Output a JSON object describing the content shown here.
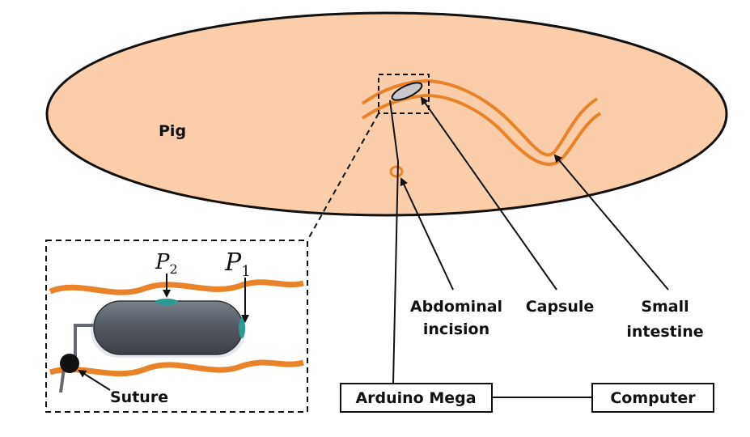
{
  "labels": {
    "pig": "Pig",
    "abdominal_1": "Abdominal",
    "abdominal_2": "incision",
    "capsule": "Capsule",
    "small_intestine_1": "Small",
    "small_intestine_2": "intestine",
    "suture": "Suture",
    "p2_base": "P",
    "p2_sub": "2",
    "p1_base": "P",
    "p1_sub": "1"
  },
  "boxes": {
    "arduino": "Arduino Mega",
    "computer": "Computer"
  },
  "colors": {
    "body_fill": "#fbcda9",
    "intestine": "#e8832a",
    "capsule_body": "#545a63",
    "sensor": "#2a9a92",
    "outline": "#111111"
  }
}
